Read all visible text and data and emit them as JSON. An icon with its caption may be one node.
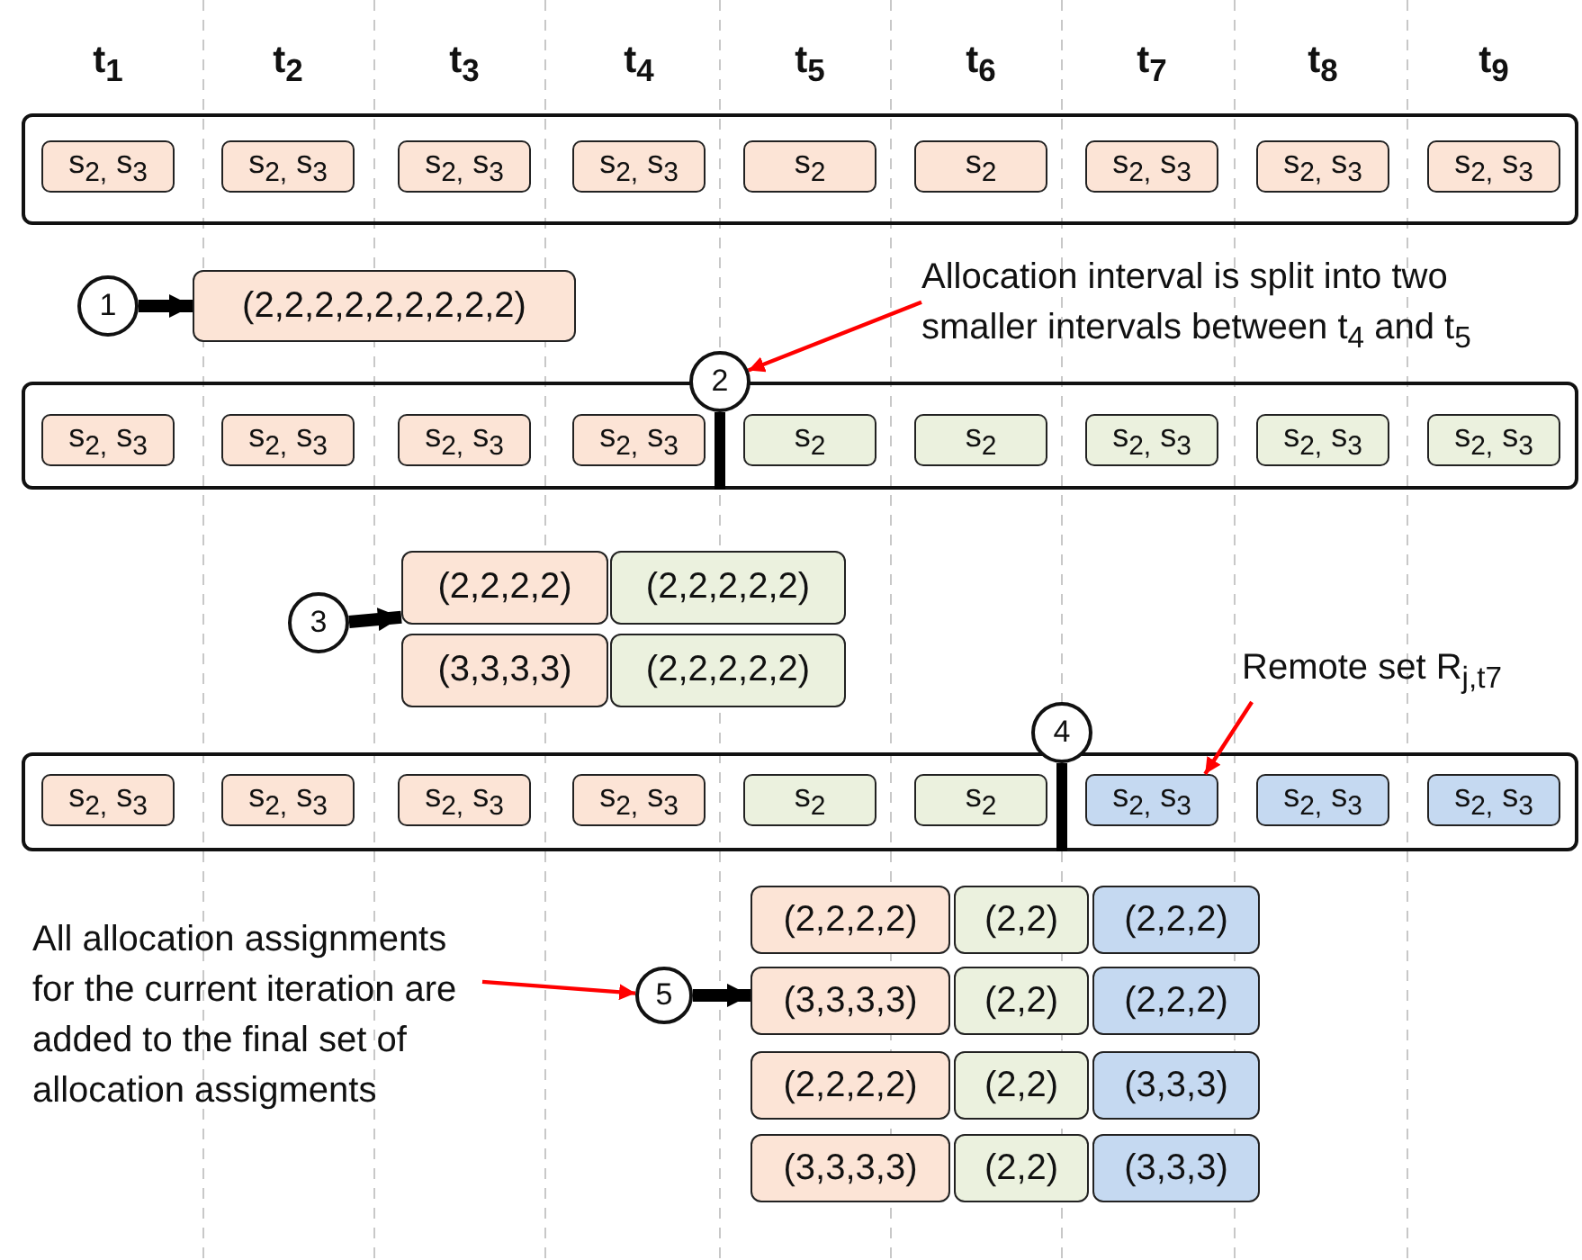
{
  "diagram": {
    "nodes": [
      {
        "text": [],
        "shape": "box"
      },
      {
        "text": [
          "s$_{2,}$ s$_{3}$"
        ],
        "in": 0
      },
      {
        "text": [
          "s$_{2,}$ s$_{3}$"
        ],
        "in": 0
      },
      {
        "text": [
          "s$_{2,}$ s$_{3}$"
        ],
        "in": 0
      },
      {
        "text": [
          "s$_{2,}$ s$_{3}$"
        ],
        "in": 0
      },
      {
        "text": [
          "s$_{2}$"
        ],
        "in": 0
      },
      {
        "text": [
          "s$_{2}$"
        ],
        "in": 0
      },
      {
        "text": [
          "s$_{2,}$ s$_{3}$"
        ],
        "in": 0
      },
      {
        "text": [
          "s$_{2,}$ s$_{3}$"
        ],
        "in": 0
      },
      {
        "text": [
          "s$_{2,}$ s$_{3}$"
        ],
        "in": 0
      },
      {
        "text": [
          "1"
        ]
      },
      {
        "text": [
          "(2,2,2,2,2,2,2,2,2)"
        ]
      },
      {
        "text": [
          "Allocation interval is split into two smaller intervals between t$_{4}$ and t$_{5}$"
        ]
      },
      {
        "text": [],
        "shape": "box"
      },
      {
        "text": [
          "2"
        ]
      },
      {
        "text": [
          "s$_{2,}$ s$_{3}$"
        ],
        "in": 13
      },
      {
        "text": [
          "s$_{2,}$ s$_{3}$"
        ],
        "in": 13
      },
      {
        "text": [
          "s$_{2,}$ s$_{3}$"
        ],
        "in": 13
      },
      {
        "text": [
          "s$_{2,}$ s$_{3}$"
        ],
        "in": 13
      },
      {
        "text": [
          "s$_{2}$"
        ],
        "in": 13
      },
      {
        "text": [
          "s$_{2}$"
        ],
        "in": 13
      },
      {
        "text": [
          "s$_{2,}$ s$_{3}$"
        ],
        "in": 13
      },
      {
        "text": [
          "s$_{2,}$ s$_{3}$"
        ],
        "in": 13
      },
      {
        "text": [
          "s$_{2,}$ s$_{3}$"
        ],
        "in": 13
      },
      {
        "text": [
          "(2,2,2,2)"
        ]
      },
      {
        "text": [
          "(2,2,2,2,2)"
        ]
      },
      {
        "text": [
          "3"
        ]
      },
      {
        "text": [
          "(3,3,3,3)"
        ]
      },
      {
        "text": [
          "(2,2,2,2,2)"
        ]
      },
      {
        "text": [
          "Remote set R$_{j,t}$$_{7}$"
        ]
      },
      {
        "text": [
          "4"
        ]
      },
      {
        "text": [],
        "shape": "box"
      },
      {
        "text": [
          "s$_{2,}$ s$_{3}$"
        ],
        "in": 31
      },
      {
        "text": [
          "s$_{2,}$ s$_{3}$"
        ],
        "in": 31
      },
      {
        "text": [
          "s$_{2,}$ s$_{3}$"
        ],
        "in": 31
      },
      {
        "text": [
          "s$_{2,}$ s$_{3}$"
        ],
        "in": 31
      },
      {
        "text": [
          "s$_{2}$"
        ],
        "in": 31
      },
      {
        "text": [
          "s$_{2}$"
        ],
        "in": 31
      },
      {
        "text": [
          "s$_{2,}$ s$_{3}$"
        ],
        "in": 31
      },
      {
        "text": [
          "s$_{2,}$ s$_{3}$"
        ],
        "in": 31
      },
      {
        "text": [
          "s$_{2,}$ s$_{3}$"
        ],
        "in": 31
      },
      {
        "text": [
          "All allocation assignments for the current iteration are added to the final set of allocation assigments"
        ]
      },
      {
        "text": [
          "(2,2,2,2)"
        ]
      },
      {
        "text": [
          "(2,2)"
        ]
      },
      {
        "text": [
          "(2,2,2)"
        ]
      },
      {
        "text": [
          "5"
        ]
      },
      {
        "text": [
          "(3,3,3,3)"
        ]
      },
      {
        "text": [
          "(2,2)"
        ]
      },
      {
        "text": [
          "(2,2,2)"
        ]
      },
      {
        "text": [
          "(2,2,2,2)"
        ]
      },
      {
        "text": [
          "(2,2)"
        ]
      },
      {
        "text": [
          "(3,3,3)"
        ]
      },
      {
        "text": [
          "(3,3,3,3)"
        ]
      },
      {
        "text": [
          "(2,2)"
        ]
      },
      {
        "text": [
          "(3,3,3)"
        ]
      }
    ],
    "edges": [
      {
        "from": 10,
        "to": 11,
        "arrow": "to",
        "style": "thick"
      },
      {
        "from": 12,
        "to": 14,
        "arrow": "to",
        "color": "#ff0000"
      },
      {
        "from": 26,
        "to": 24,
        "arrow": "to",
        "style": "thick"
      },
      {
        "from": 29,
        "to": 38,
        "arrow": "to",
        "color": "#ff0000"
      },
      {
        "from": 41,
        "to": 45,
        "arrow": "to",
        "color": "#ff0000"
      },
      {
        "from": 45,
        "to": 46,
        "arrow": "to",
        "style": "thick"
      }
    ],
    "labels": [
      "t$_{1}$",
      "t$_{2}$",
      "t$_{3}$",
      "t$_{4}$",
      "t$_{5}$",
      "t$_{6}$",
      "t$_{7}$",
      "t$_{8}$",
      "t$_{9}$"
    ]
  }
}
